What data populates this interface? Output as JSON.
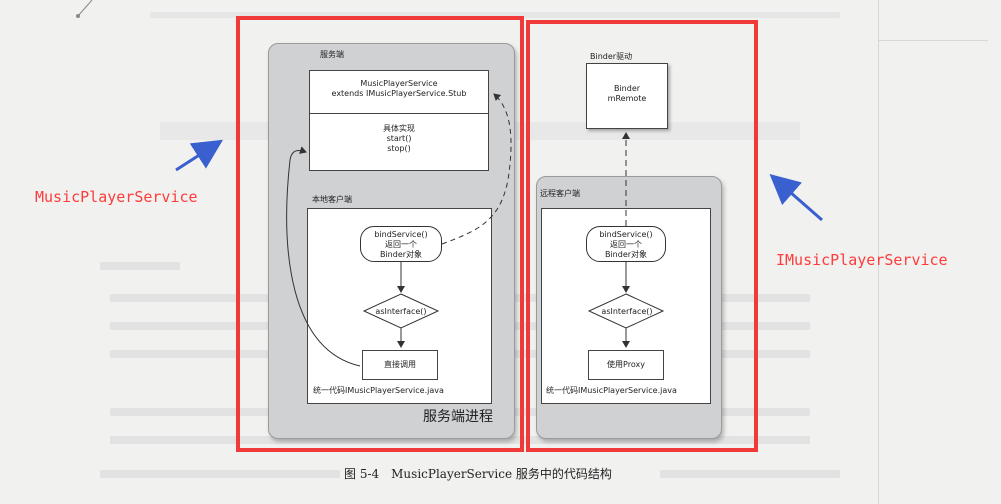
{
  "server": {
    "label": "服务端",
    "service_line1": "MusicPlayerService",
    "service_line2": "extends IMusicPlayerService.Stub",
    "impl_line1": "具体实现",
    "impl_line2": "start()",
    "impl_line3": "stop()"
  },
  "local_client": {
    "label": "本地客户端",
    "bind_line1": "bindService()",
    "bind_line2": "返回一个",
    "bind_line3": "Binder对象",
    "asinterface": "asInterface()",
    "direct_call": "直接调用",
    "unified": "统一代码IMusicPlayerService.java"
  },
  "process_label": "服务端进程",
  "binder_driver": {
    "label": "Binder驱动",
    "line1": "Binder",
    "line2": "mRemote"
  },
  "remote_client": {
    "label": "远程客户端",
    "bind_line1": "bindService()",
    "bind_line2": "返回一个",
    "bind_line3": "Binder对象",
    "asinterface": "asInterface()",
    "use_proxy": "使用Proxy",
    "unified": "统一代码IMusicPlayerService.java"
  },
  "annotations": {
    "left": "MusicPlayerService",
    "right": "IMusicPlayerService"
  },
  "caption": "图 5-4　MusicPlayerService 服务中的代码结构",
  "colors": {
    "highlight": "#f03a3a",
    "annotation": "#ff3b3b",
    "arrow": "#3a5fcf"
  }
}
